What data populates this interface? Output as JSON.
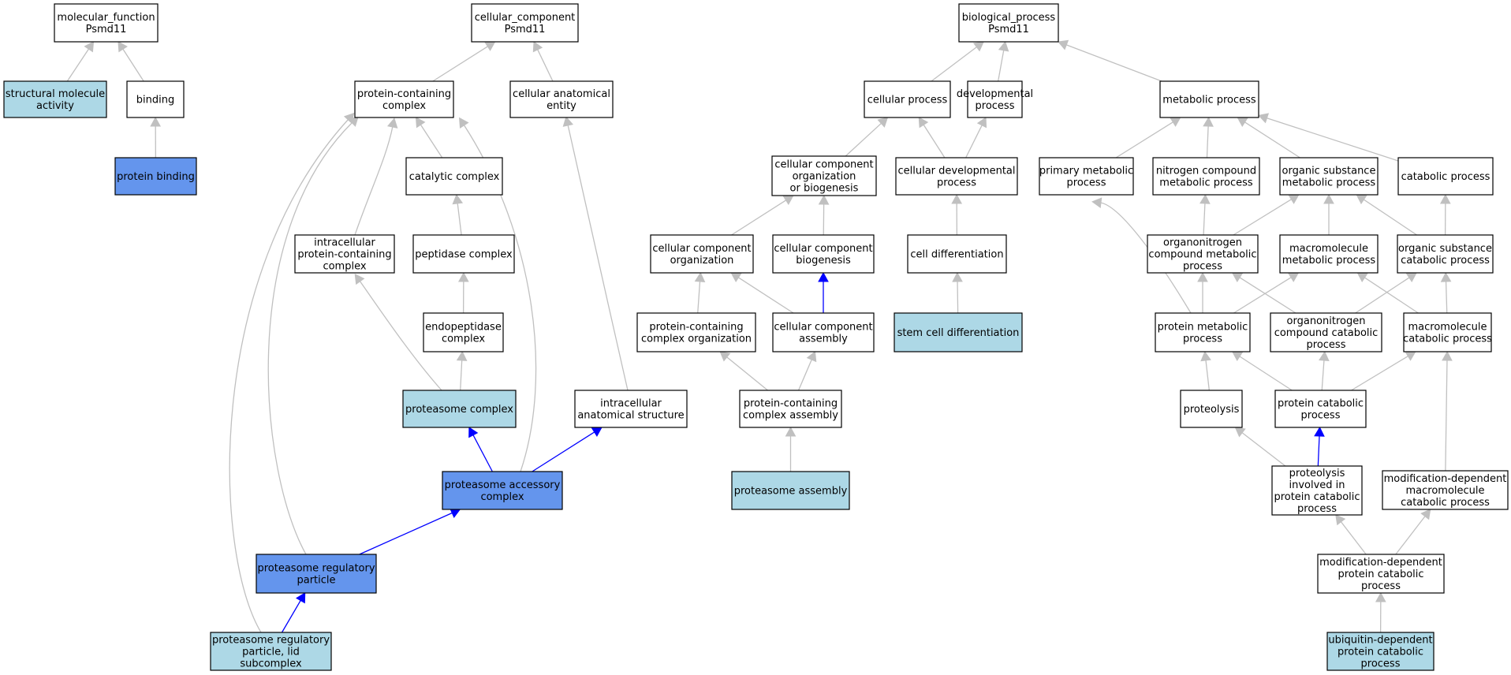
{
  "colors": {
    "plain": "#ffffff",
    "light": "#add8e6",
    "blue": "#6495ed",
    "edge_gray": "#c0c0c0",
    "edge_blue": "#0000ff"
  },
  "nodes": [
    {
      "id": "mf",
      "lines": [
        "molecular_function",
        "Psmd11"
      ],
      "fill": "plain"
    },
    {
      "id": "sma",
      "lines": [
        "structural molecule",
        "activity"
      ],
      "fill": "light"
    },
    {
      "id": "bind",
      "lines": [
        "binding"
      ],
      "fill": "plain"
    },
    {
      "id": "pbind",
      "lines": [
        "protein binding"
      ],
      "fill": "blue"
    },
    {
      "id": "cc",
      "lines": [
        "cellular_component",
        "Psmd11"
      ],
      "fill": "plain"
    },
    {
      "id": "pcc",
      "lines": [
        "protein-containing",
        "complex"
      ],
      "fill": "plain"
    },
    {
      "id": "cae",
      "lines": [
        "cellular anatomical",
        "entity"
      ],
      "fill": "plain"
    },
    {
      "id": "catc",
      "lines": [
        "catalytic complex"
      ],
      "fill": "plain"
    },
    {
      "id": "ipcc",
      "lines": [
        "intracellular",
        "protein-containing",
        "complex"
      ],
      "fill": "plain"
    },
    {
      "id": "pepc",
      "lines": [
        "peptidase complex"
      ],
      "fill": "plain"
    },
    {
      "id": "endo",
      "lines": [
        "endopeptidase",
        "complex"
      ],
      "fill": "plain"
    },
    {
      "id": "prot",
      "lines": [
        "proteasome complex"
      ],
      "fill": "light"
    },
    {
      "id": "ias",
      "lines": [
        "intracellular",
        "anatomical structure"
      ],
      "fill": "plain"
    },
    {
      "id": "pac",
      "lines": [
        "proteasome accessory",
        "complex"
      ],
      "fill": "blue"
    },
    {
      "id": "prp",
      "lines": [
        "proteasome regulatory",
        "particle"
      ],
      "fill": "blue"
    },
    {
      "id": "prpl",
      "lines": [
        "proteasome regulatory",
        "particle, lid",
        "subcomplex"
      ],
      "fill": "light"
    },
    {
      "id": "bp",
      "lines": [
        "biological_process",
        "Psmd11"
      ],
      "fill": "plain"
    },
    {
      "id": "cp",
      "lines": [
        "cellular process"
      ],
      "fill": "plain"
    },
    {
      "id": "dp",
      "lines": [
        "developmental",
        "process"
      ],
      "fill": "plain"
    },
    {
      "id": "mp",
      "lines": [
        "metabolic process"
      ],
      "fill": "plain"
    },
    {
      "id": "ccob",
      "lines": [
        "cellular component",
        "organization",
        "or biogenesis"
      ],
      "fill": "plain"
    },
    {
      "id": "cdp",
      "lines": [
        "cellular developmental",
        "process"
      ],
      "fill": "plain"
    },
    {
      "id": "pmp",
      "lines": [
        "primary metabolic",
        "process"
      ],
      "fill": "plain"
    },
    {
      "id": "ncmp",
      "lines": [
        "nitrogen compound",
        "metabolic process"
      ],
      "fill": "plain"
    },
    {
      "id": "osmp",
      "lines": [
        "organic substance",
        "metabolic process"
      ],
      "fill": "plain"
    },
    {
      "id": "catp",
      "lines": [
        "catabolic process"
      ],
      "fill": "plain"
    },
    {
      "id": "cco",
      "lines": [
        "cellular component",
        "organization"
      ],
      "fill": "plain"
    },
    {
      "id": "ccb",
      "lines": [
        "cellular component",
        "biogenesis"
      ],
      "fill": "plain"
    },
    {
      "id": "celld",
      "lines": [
        "cell differentiation"
      ],
      "fill": "plain"
    },
    {
      "id": "oncmp",
      "lines": [
        "organonitrogen",
        "compound metabolic",
        "process"
      ],
      "fill": "plain"
    },
    {
      "id": "macmp",
      "lines": [
        "macromolecule",
        "metabolic process"
      ],
      "fill": "plain"
    },
    {
      "id": "oscp",
      "lines": [
        "organic substance",
        "catabolic process"
      ],
      "fill": "plain"
    },
    {
      "id": "pcco",
      "lines": [
        "protein-containing",
        "complex organization"
      ],
      "fill": "plain"
    },
    {
      "id": "cca",
      "lines": [
        "cellular component",
        "assembly"
      ],
      "fill": "plain"
    },
    {
      "id": "scd",
      "lines": [
        "stem cell differentiation"
      ],
      "fill": "light"
    },
    {
      "id": "protmp",
      "lines": [
        "protein metabolic",
        "process"
      ],
      "fill": "plain"
    },
    {
      "id": "onccp",
      "lines": [
        "organonitrogen",
        "compound catabolic",
        "process"
      ],
      "fill": "plain"
    },
    {
      "id": "maccp",
      "lines": [
        "macromolecule",
        "catabolic process"
      ],
      "fill": "plain"
    },
    {
      "id": "pcca",
      "lines": [
        "protein-containing",
        "complex assembly"
      ],
      "fill": "plain"
    },
    {
      "id": "proteo",
      "lines": [
        "proteolysis"
      ],
      "fill": "plain"
    },
    {
      "id": "pcp",
      "lines": [
        "protein catabolic",
        "process"
      ],
      "fill": "plain"
    },
    {
      "id": "pasm",
      "lines": [
        "proteasome assembly"
      ],
      "fill": "light"
    },
    {
      "id": "pipcp",
      "lines": [
        "proteolysis",
        "involved in",
        "protein catabolic",
        "process"
      ],
      "fill": "plain"
    },
    {
      "id": "mdmcp",
      "lines": [
        "modification-dependent",
        "macromolecule",
        "catabolic process"
      ],
      "fill": "plain"
    },
    {
      "id": "mdpcp",
      "lines": [
        "modification-dependent",
        "protein catabolic",
        "process"
      ],
      "fill": "plain"
    },
    {
      "id": "udpcp",
      "lines": [
        "ubiquitin-dependent",
        "protein catabolic",
        "process"
      ],
      "fill": "light"
    }
  ],
  "edges": [
    {
      "from": "sma",
      "to": "mf",
      "color": "gray"
    },
    {
      "from": "bind",
      "to": "mf",
      "color": "gray"
    },
    {
      "from": "pbind",
      "to": "bind",
      "color": "gray"
    },
    {
      "from": "pcc",
      "to": "cc",
      "color": "gray"
    },
    {
      "from": "cae",
      "to": "cc",
      "color": "gray"
    },
    {
      "from": "catc",
      "to": "pcc",
      "color": "gray"
    },
    {
      "from": "ipcc",
      "to": "pcc",
      "color": "gray"
    },
    {
      "from": "pepc",
      "to": "catc",
      "color": "gray"
    },
    {
      "from": "endo",
      "to": "pepc",
      "color": "gray"
    },
    {
      "from": "prot",
      "to": "endo",
      "color": "gray"
    },
    {
      "from": "prot",
      "to": "ipcc",
      "color": "gray"
    },
    {
      "from": "ias",
      "to": "cae",
      "color": "gray"
    },
    {
      "from": "pac",
      "to": "prot",
      "color": "blue"
    },
    {
      "from": "pac",
      "to": "ias",
      "color": "blue"
    },
    {
      "from": "pac",
      "to": "pcc",
      "color": "gray"
    },
    {
      "from": "prp",
      "to": "pac",
      "color": "blue"
    },
    {
      "from": "prp",
      "to": "pcc",
      "color": "gray"
    },
    {
      "from": "prpl",
      "to": "prp",
      "color": "blue"
    },
    {
      "from": "prpl",
      "to": "pcc",
      "color": "gray"
    },
    {
      "from": "cp",
      "to": "bp",
      "color": "gray"
    },
    {
      "from": "dp",
      "to": "bp",
      "color": "gray"
    },
    {
      "from": "mp",
      "to": "bp",
      "color": "gray"
    },
    {
      "from": "ccob",
      "to": "cp",
      "color": "gray"
    },
    {
      "from": "cdp",
      "to": "cp",
      "color": "gray"
    },
    {
      "from": "cdp",
      "to": "dp",
      "color": "gray"
    },
    {
      "from": "pmp",
      "to": "mp",
      "color": "gray"
    },
    {
      "from": "ncmp",
      "to": "mp",
      "color": "gray"
    },
    {
      "from": "osmp",
      "to": "mp",
      "color": "gray"
    },
    {
      "from": "catp",
      "to": "mp",
      "color": "gray"
    },
    {
      "from": "cco",
      "to": "ccob",
      "color": "gray"
    },
    {
      "from": "ccb",
      "to": "ccob",
      "color": "gray"
    },
    {
      "from": "celld",
      "to": "cdp",
      "color": "gray"
    },
    {
      "from": "oncmp",
      "to": "ncmp",
      "color": "gray"
    },
    {
      "from": "oncmp",
      "to": "osmp",
      "color": "gray"
    },
    {
      "from": "macmp",
      "to": "osmp",
      "color": "gray"
    },
    {
      "from": "oscp",
      "to": "osmp",
      "color": "gray"
    },
    {
      "from": "oscp",
      "to": "catp",
      "color": "gray"
    },
    {
      "from": "pcco",
      "to": "cco",
      "color": "gray"
    },
    {
      "from": "cca",
      "to": "cco",
      "color": "gray"
    },
    {
      "from": "cca",
      "to": "ccb",
      "color": "blue"
    },
    {
      "from": "scd",
      "to": "celld",
      "color": "gray"
    },
    {
      "from": "protmp",
      "to": "pmp",
      "color": "gray"
    },
    {
      "from": "protmp",
      "to": "oncmp",
      "color": "gray"
    },
    {
      "from": "protmp",
      "to": "macmp",
      "color": "gray"
    },
    {
      "from": "onccp",
      "to": "oncmp",
      "color": "gray"
    },
    {
      "from": "onccp",
      "to": "oscp",
      "color": "gray"
    },
    {
      "from": "maccp",
      "to": "macmp",
      "color": "gray"
    },
    {
      "from": "maccp",
      "to": "oscp",
      "color": "gray"
    },
    {
      "from": "pcca",
      "to": "pcco",
      "color": "gray"
    },
    {
      "from": "pcca",
      "to": "cca",
      "color": "gray"
    },
    {
      "from": "proteo",
      "to": "protmp",
      "color": "gray"
    },
    {
      "from": "pcp",
      "to": "protmp",
      "color": "gray"
    },
    {
      "from": "pcp",
      "to": "onccp",
      "color": "gray"
    },
    {
      "from": "pcp",
      "to": "maccp",
      "color": "gray"
    },
    {
      "from": "pasm",
      "to": "pcca",
      "color": "gray"
    },
    {
      "from": "pipcp",
      "to": "proteo",
      "color": "gray"
    },
    {
      "from": "pipcp",
      "to": "pcp",
      "color": "blue"
    },
    {
      "from": "mdmcp",
      "to": "maccp",
      "color": "gray"
    },
    {
      "from": "mdpcp",
      "to": "pipcp",
      "color": "gray"
    },
    {
      "from": "mdpcp",
      "to": "mdmcp",
      "color": "gray"
    },
    {
      "from": "udpcp",
      "to": "mdpcp",
      "color": "gray"
    }
  ]
}
